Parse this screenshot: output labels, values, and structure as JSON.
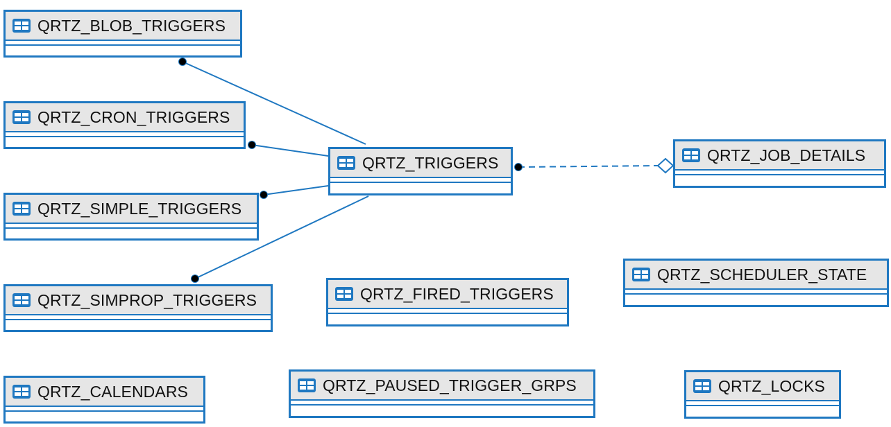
{
  "diagram": {
    "colors": {
      "border": "#1f78c1",
      "header_bg": "#e6e6e6",
      "connector": "#1f78c1",
      "endpoint": "#000000"
    },
    "icon": "table-icon",
    "tables": {
      "blob_triggers": "QRTZ_BLOB_TRIGGERS",
      "cron_triggers": "QRTZ_CRON_TRIGGERS",
      "simple_triggers": "QRTZ_SIMPLE_TRIGGERS",
      "simprop_triggers": "QRTZ_SIMPROP_TRIGGERS",
      "calendars": "QRTZ_CALENDARS",
      "triggers": "QRTZ_TRIGGERS",
      "fired_triggers": "QRTZ_FIRED_TRIGGERS",
      "paused_trigger_grps": "QRTZ_PAUSED_TRIGGER_GRPS",
      "job_details": "QRTZ_JOB_DETAILS",
      "scheduler_state": "QRTZ_SCHEDULER_STATE",
      "locks": "QRTZ_LOCKS"
    },
    "relationships": [
      {
        "from": "QRTZ_BLOB_TRIGGERS",
        "to": "QRTZ_TRIGGERS",
        "style": "solid"
      },
      {
        "from": "QRTZ_CRON_TRIGGERS",
        "to": "QRTZ_TRIGGERS",
        "style": "solid"
      },
      {
        "from": "QRTZ_SIMPLE_TRIGGERS",
        "to": "QRTZ_TRIGGERS",
        "style": "solid"
      },
      {
        "from": "QRTZ_SIMPROP_TRIGGERS",
        "to": "QRTZ_TRIGGERS",
        "style": "solid"
      },
      {
        "from": "QRTZ_TRIGGERS",
        "to": "QRTZ_JOB_DETAILS",
        "style": "dashed"
      }
    ]
  }
}
